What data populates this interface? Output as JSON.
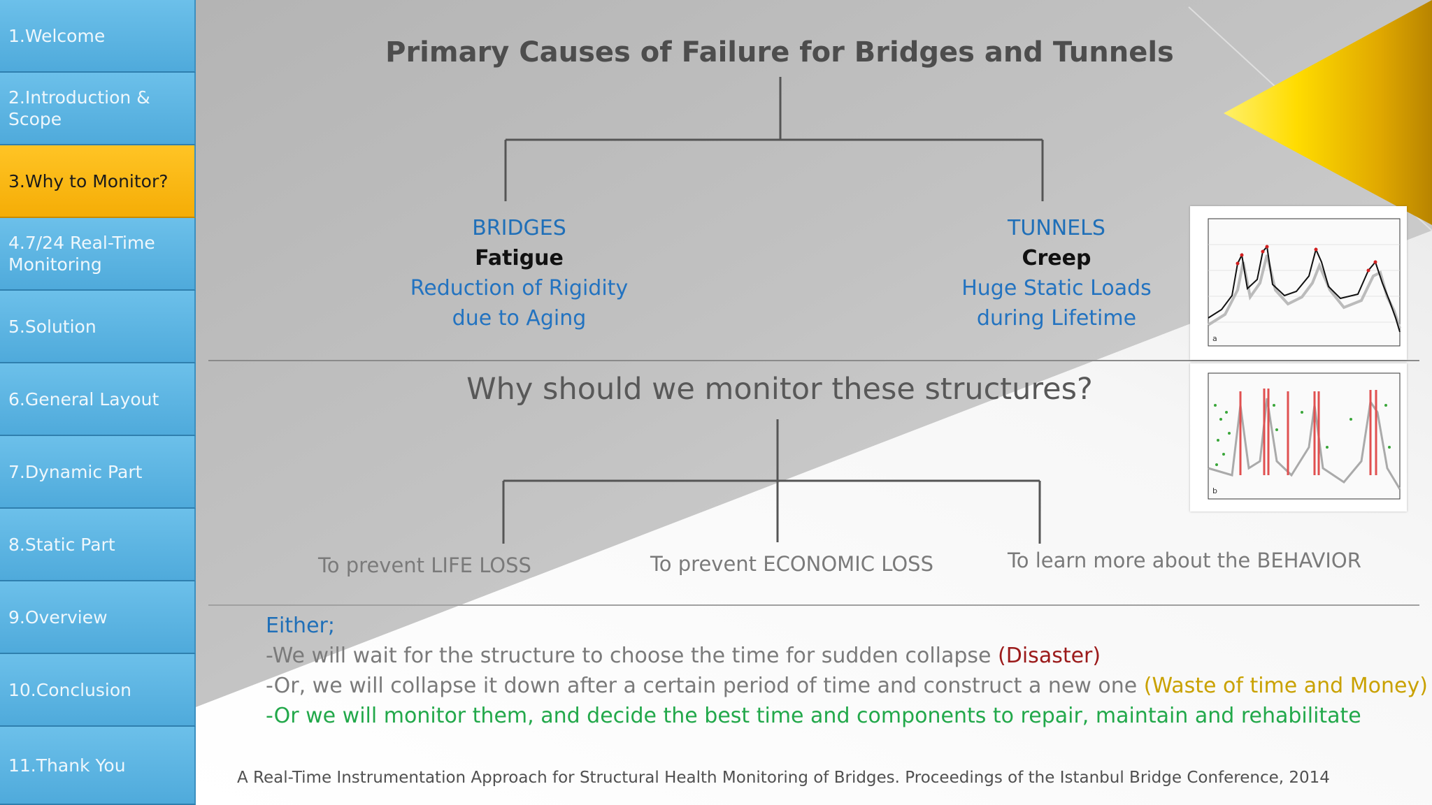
{
  "sidebar": {
    "items": [
      {
        "label": "1.Welcome"
      },
      {
        "label": "2.Introduction & Scope"
      },
      {
        "label": "3.Why to Monitor?"
      },
      {
        "label": "4.7/24 Real-Time Monitoring"
      },
      {
        "label": "5.Solution"
      },
      {
        "label": "6.General Layout"
      },
      {
        "label": "7.Dynamic Part"
      },
      {
        "label": "8.Static Part"
      },
      {
        "label": "9.Overview"
      },
      {
        "label": "10.Conclusion"
      },
      {
        "label": "11.Thank You"
      }
    ],
    "active_index": 2,
    "colors": {
      "item": "#5fb4e0",
      "active": "#ffc425"
    }
  },
  "slide": {
    "title": "Primary Causes of Failure for Bridges and Tunnels",
    "bridges": {
      "heading": "BRIDGES",
      "cause": "Fatigue",
      "line1": "Reduction of Rigidity",
      "line2": "due to Aging"
    },
    "tunnels": {
      "heading": "TUNNELS",
      "cause": "Creep",
      "line1": "Huge Static Loads",
      "line2": "during Lifetime"
    },
    "question": "Why should we monitor these structures?",
    "reasons": [
      "To prevent LIFE LOSS",
      "To prevent ECONOMIC LOSS",
      "To learn more about the BEHAVIOR"
    ],
    "either": "Either;",
    "option1": {
      "text": "-We will wait for the structure to choose the time for sudden collapse ",
      "tag": "(Disaster)"
    },
    "option2": {
      "text": "-Or, we will collapse it down after a certain period of time and construct a new one ",
      "tag": "(Waste of time and Money)"
    },
    "option3": {
      "text": "-Or we will monitor them, and decide the best time and components to repair, maintain and rehabilitate"
    },
    "source": "A Real-Time Instrumentation Approach for Structural Health Monitoring of Bridges. Proceedings of the Istanbul Bridge Conference, 2014",
    "graph_a_label": "a",
    "graph_b_label": "b",
    "colors": {
      "accent": "#ffd200",
      "heading_blue": "#1f6fb8",
      "disaster": "#9b1a1a",
      "waste": "#c9a100",
      "monitor": "#22a84a"
    }
  }
}
